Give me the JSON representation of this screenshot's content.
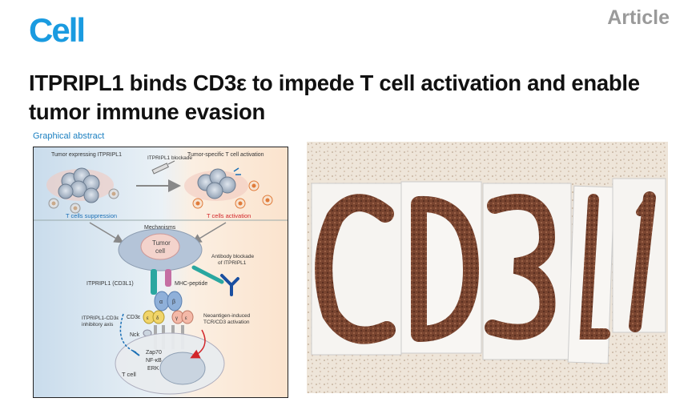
{
  "header": {
    "journal_logo": "Cell",
    "article_type": "Article"
  },
  "paper": {
    "title": "ITPRIPL1 binds CD3ε to impede T cell activation and enable tumor immune evasion"
  },
  "graphical_abstract": {
    "label": "Graphical abstract",
    "tumor_expressing": "Tumor expressing ITPRIPL1",
    "blockade": "ITPRIPL1 blockade",
    "specific_activation": "Tumor-specific T cell activation",
    "t_suppression": "T cells suppression",
    "t_activation": "T cells activation",
    "mechanisms": "Mechanisms",
    "tumor_cell": "Tumor cell",
    "antibody_blockade": "Antibody blockade of ITPRIPL1",
    "itpripl1_cd3l1": "ITPRIPL1 (CD3L1)",
    "mhc_peptide": "MHC-peptide",
    "axis": "ITPRIPL1-CD3ε inhibitory axis",
    "neoantigen": "Neoantigen-induced TCR/CD3 activation",
    "cd3e": "CD3ε",
    "nck": "Nck",
    "zap70": "Zap70",
    "nfkb": "NF-κB",
    "erk": "ERK",
    "t_cell": "T cell",
    "chain_alpha": "α",
    "chain_beta": "β",
    "chain_delta": "δ",
    "chain_epsilon": "ε",
    "chain_gamma": "γ",
    "colors": {
      "suppression": "#1a6fb5",
      "activation": "#d2262a",
      "left_panel": "#cfe1ef",
      "right_panel": "#fbe7d3"
    }
  },
  "image_panel": {
    "stained_letters": "CD3L1"
  }
}
